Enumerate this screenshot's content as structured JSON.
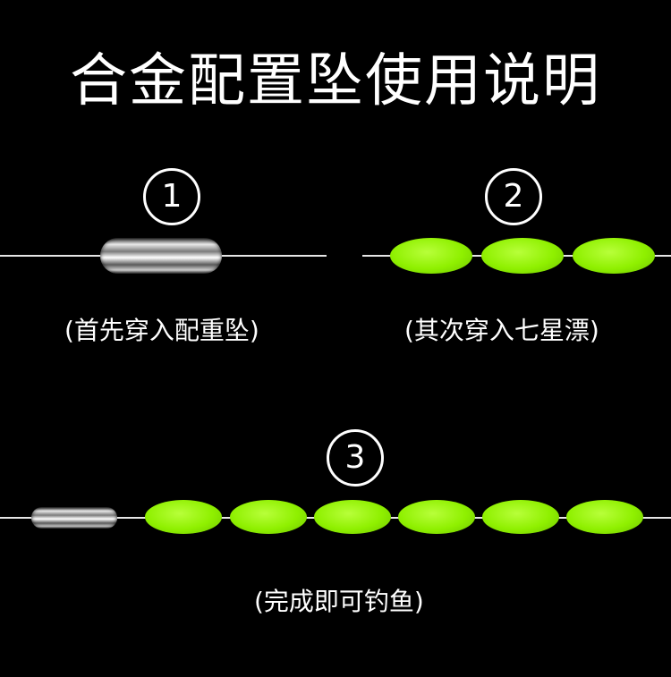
{
  "title": "合金配置坠使用说明",
  "steps": [
    {
      "number": "1",
      "caption": "(首先穿入配重坠)"
    },
    {
      "number": "2",
      "caption": "(其次穿入七星漂)"
    },
    {
      "number": "3",
      "caption": "(完成即可钓鱼)"
    }
  ],
  "colors": {
    "background": "#000000",
    "text": "#ffffff",
    "float_bead": "#8ff000",
    "fishing_line": "#e6e6e6"
  }
}
